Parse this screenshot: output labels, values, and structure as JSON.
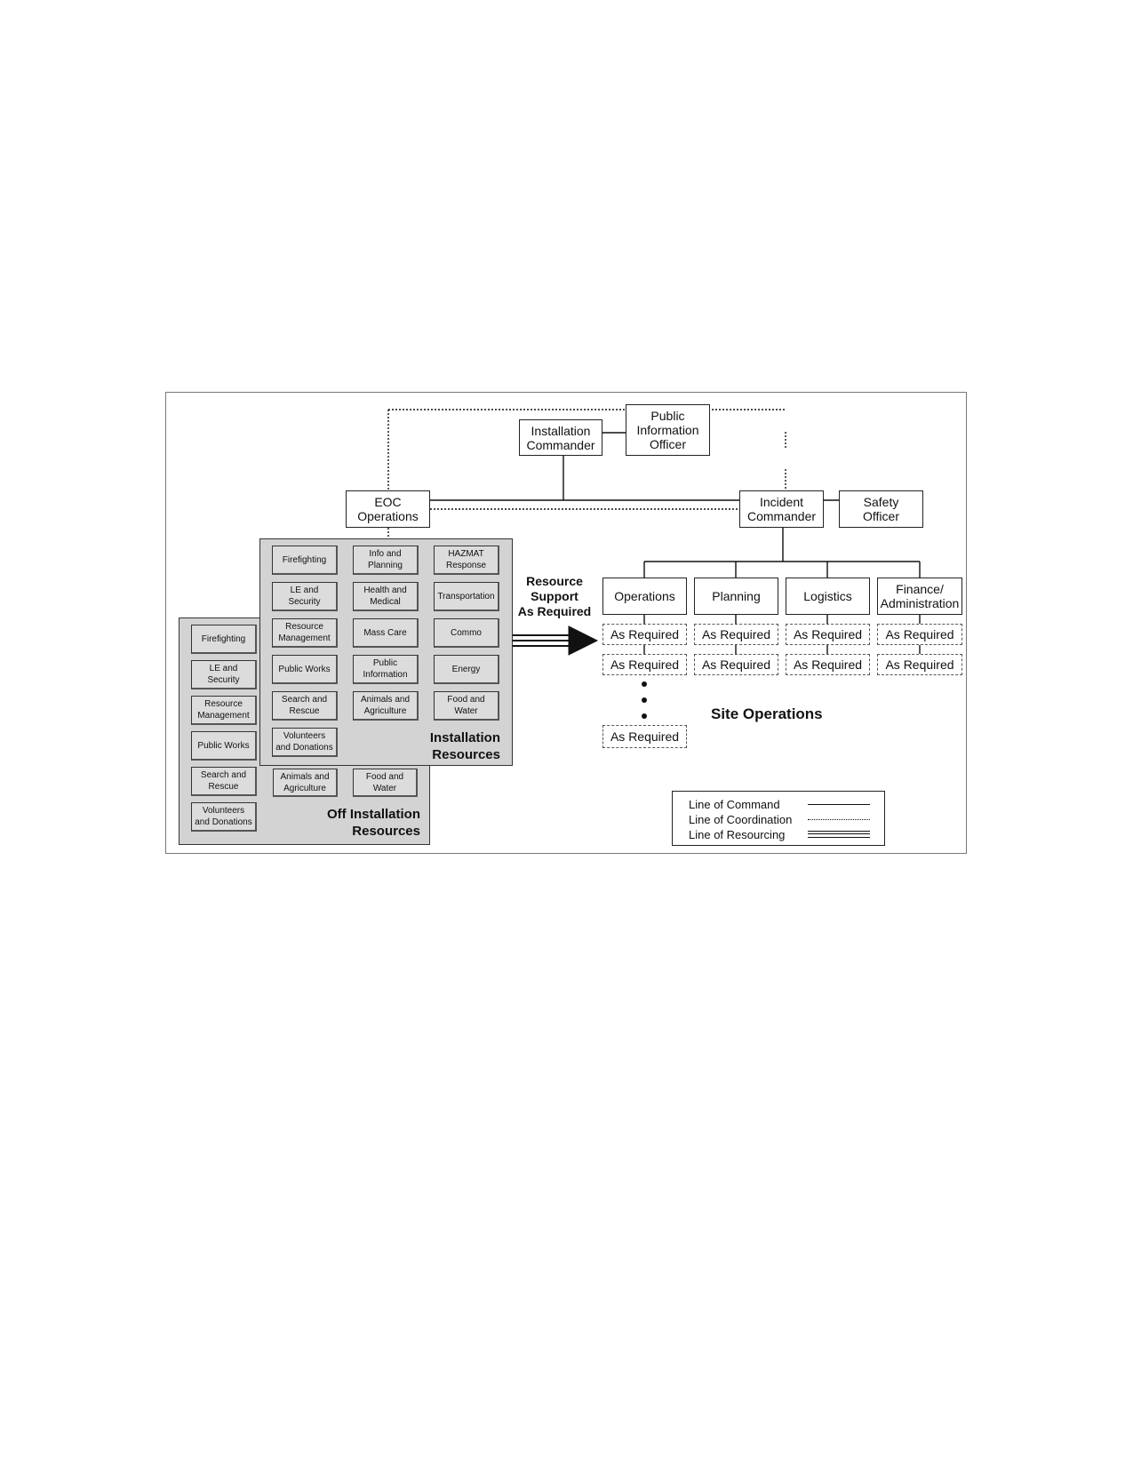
{
  "org": {
    "public_information_officer": "Public\nInformation\nOfficer",
    "installation_commander": "Installation\nCommander",
    "eoc_operations": "EOC\nOperations",
    "incident_commander": "Incident\nCommander",
    "safety_officer": "Safety\nOfficer"
  },
  "sections": [
    {
      "label": "Operations"
    },
    {
      "label": "Planning"
    },
    {
      "label": "Logistics"
    },
    {
      "label": "Finance/\nAdministration"
    }
  ],
  "as_required": "As Required",
  "site_operations": "Site Operations",
  "resource_support": "Resource\nSupport\nAs Required",
  "installation_resources": {
    "title": "Installation\nResources",
    "items": [
      "Firefighting",
      "Info and\nPlanning",
      "HAZMAT\nResponse",
      "LE and\nSecurity",
      "Health and\nMedical",
      "Transportation",
      "Resource\nManagement",
      "Mass Care",
      "Commo",
      "Public Works",
      "Public\nInformation",
      "Energy",
      "Search and\nRescue",
      "Animals and\nAgriculture",
      "Food and\nWater",
      "Volunteers\nand Donations"
    ]
  },
  "off_installation_resources": {
    "title": "Off Installation\nResources",
    "left_items": [
      "Firefighting",
      "LE and\nSecurity",
      "Resource\nManagement",
      "Public Works",
      "Search and\nRescue",
      "Volunteers\nand Donations"
    ],
    "bottom_items": [
      "Animals and\nAgriculture",
      "Food and\nWater"
    ]
  },
  "legend": {
    "command": "Line of Command",
    "coordination": "Line of Coordination",
    "resourcing": "Line of Resourcing"
  }
}
